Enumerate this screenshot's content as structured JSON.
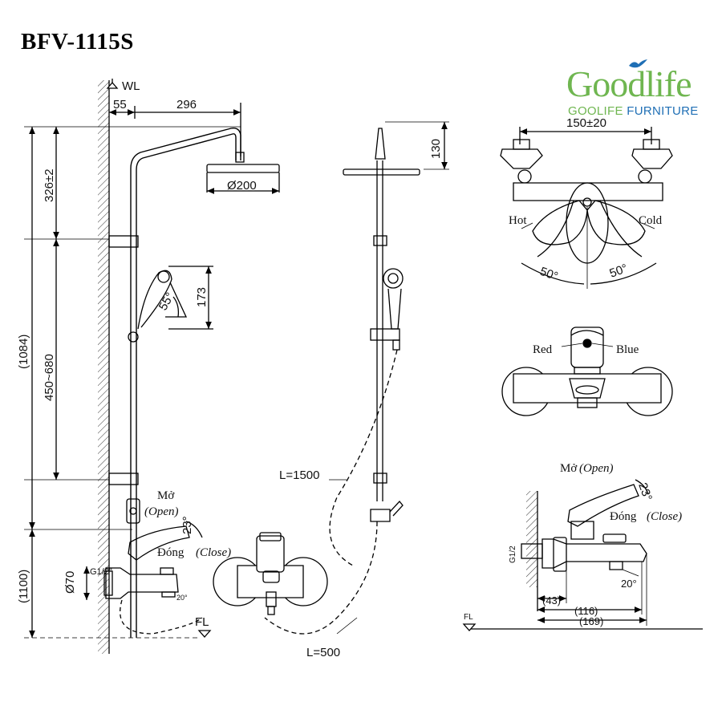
{
  "model": "BFV-1115S",
  "logo": {
    "word": "Goodlife",
    "sub_green": "GOOLIFE",
    "sub_blue": "FURNITURE",
    "colors": {
      "green": "#6fb650",
      "blue": "#1f6fb5"
    }
  },
  "front_view": {
    "wl": "WL",
    "dim_55": "55",
    "dim_296": "296",
    "dim_head": "Ø200",
    "dim_326": "326±2",
    "dim_450_680": "450~680",
    "dim_1084": "(1084)",
    "dim_1100": "(1100)",
    "dim_173": "173",
    "angle_55": "55°",
    "open_vi": "Mở",
    "open_en": "(Open)",
    "close_vi": "Đóng",
    "close_en": "(Close)",
    "angle_23": "23°",
    "angle_20": "20°",
    "g12": "G1/2\"",
    "dim_70": "Ø70",
    "fl": "FL"
  },
  "side_view": {
    "dim_130": "130",
    "hose_1500": "L=1500",
    "hose_500": "L=500"
  },
  "top_view": {
    "dim_150": "150±20",
    "hot": "Hot",
    "cold": "Cold",
    "angle_left": "50°",
    "angle_right": "50°"
  },
  "body_view": {
    "red": "Red",
    "blue": "Blue"
  },
  "detail_view": {
    "open_vi": "Mở",
    "open_en": "(Open)",
    "close_vi": "Đóng",
    "close_en": "(Close)",
    "angle_23": "23°",
    "angle_20": "20°",
    "g12": "G1/2",
    "dim_43": "(43)",
    "dim_116": "(116)",
    "dim_169": "(169)",
    "fl": "FL"
  }
}
